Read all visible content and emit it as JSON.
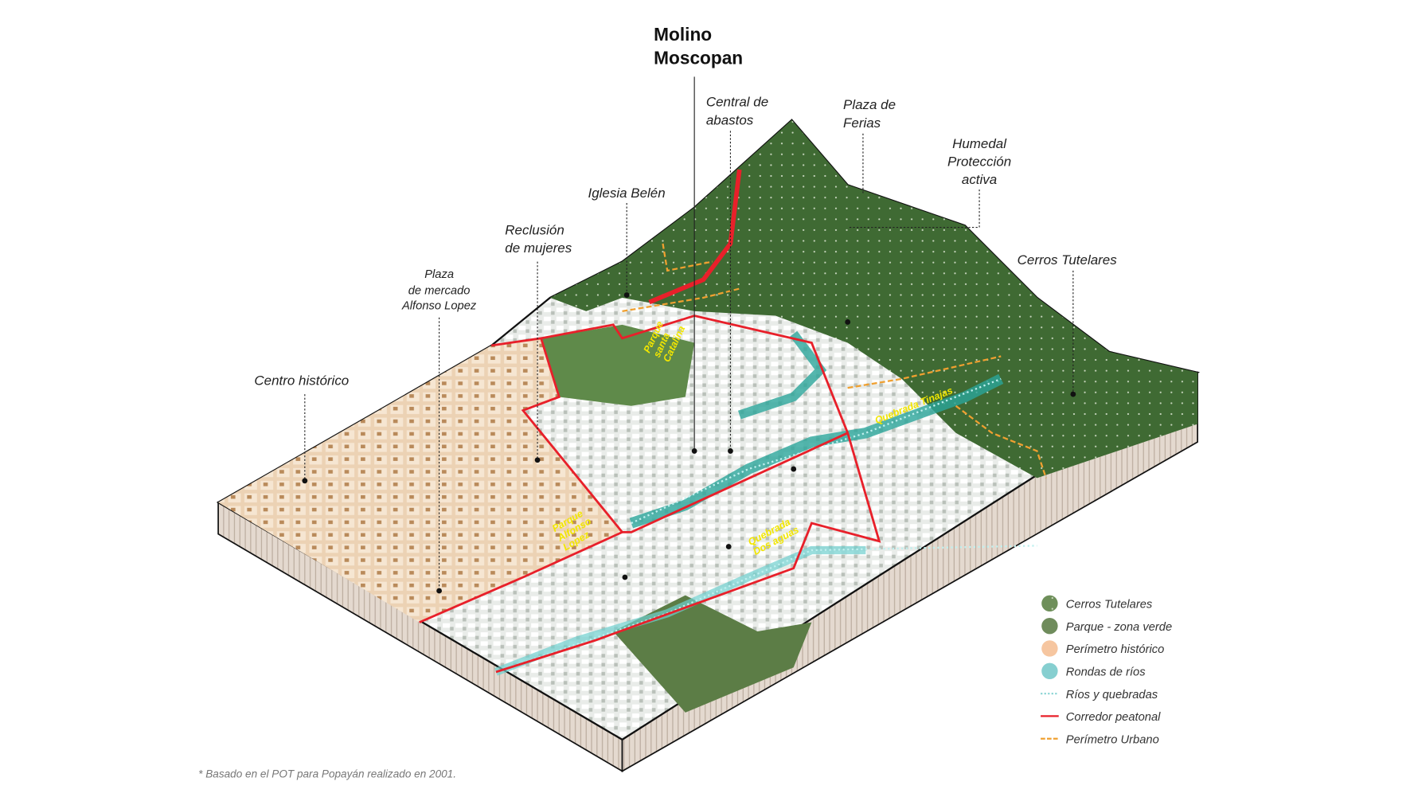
{
  "title": "Molino Moscopan",
  "title_lines": [
    "Molino",
    "Moscopan"
  ],
  "labels": {
    "central_abastos": [
      "Central de",
      "abastos"
    ],
    "plaza_ferias": [
      "Plaza de",
      "Ferias"
    ],
    "humedal": [
      "Humedal",
      "Protección",
      "activa"
    ],
    "cerros_tutelares": "Cerros Tutelares",
    "iglesia_belen": "Iglesia Belén",
    "reclusion": [
      "Reclusión",
      "de mujeres"
    ],
    "plaza_mercado": [
      "Plaza",
      "de mercado",
      "Alfonso Lopez"
    ],
    "centro_historico": "Centro histórico"
  },
  "map_labels": {
    "parque_santa_catalina": [
      "Parque",
      "santa",
      "Catalina"
    ],
    "quebrada_tinajas": "Quebrada Tinajas",
    "parque_alfonso_lopez": [
      "Parque",
      "Alfonso",
      "Lopez"
    ],
    "quebrada_dos_aguas": [
      "Quebrada",
      "Dos aguas"
    ]
  },
  "legend": [
    {
      "label": "Cerros Tutelares",
      "type": "circle-dotted",
      "color": "#6e8f5a"
    },
    {
      "label": "Parque - zona verde",
      "type": "circle",
      "color": "#6f8c5c"
    },
    {
      "label": "Perímetro histórico",
      "type": "circle",
      "color": "#f6c6a0"
    },
    {
      "label": "Rondas de ríos",
      "type": "circle",
      "color": "#86cfd0"
    },
    {
      "label": "Ríos y quebradas",
      "type": "dotted-line",
      "color": "#8fd6d6"
    },
    {
      "label": "Corredor peatonal",
      "type": "line",
      "color": "#e8202a"
    },
    {
      "label": "Perímetro Urbano",
      "type": "dashed-line",
      "color": "#f0a030"
    }
  ],
  "footnote": "* Basado en el POT para Popayán realizado en 2001."
}
